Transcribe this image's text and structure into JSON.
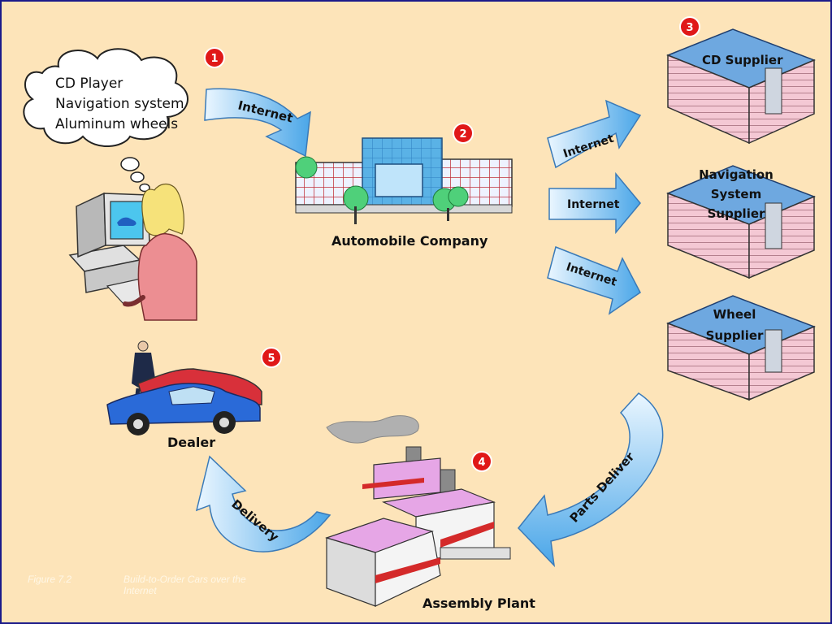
{
  "cloud": {
    "lines": [
      "CD Player",
      "Navigation system",
      "Aluminum wheels"
    ]
  },
  "steps": [
    "1",
    "2",
    "3",
    "4",
    "5"
  ],
  "arrows": {
    "customer_to_company": "Internet",
    "company_to_cd": "Internet",
    "company_to_nav": "Internet",
    "company_to_wheel": "Internet",
    "parts": "Parts Deliver",
    "delivery": "Delivery"
  },
  "nodes": {
    "company": "Automobile Company",
    "cd_supplier": "CD Supplier",
    "nav_supplier": [
      "Navigation",
      "System",
      "Supplier"
    ],
    "wheel_supplier": [
      "Wheel",
      "Supplier"
    ],
    "plant": "Assembly Plant",
    "dealer": "Dealer"
  },
  "caption": {
    "figure": "Figure 7.2",
    "text": [
      "Build-to-Order Cars over the",
      "Internet"
    ]
  },
  "colors": {
    "background": "#fde4b9",
    "arrow": "#7fc0ee",
    "badge": "#e01818"
  }
}
